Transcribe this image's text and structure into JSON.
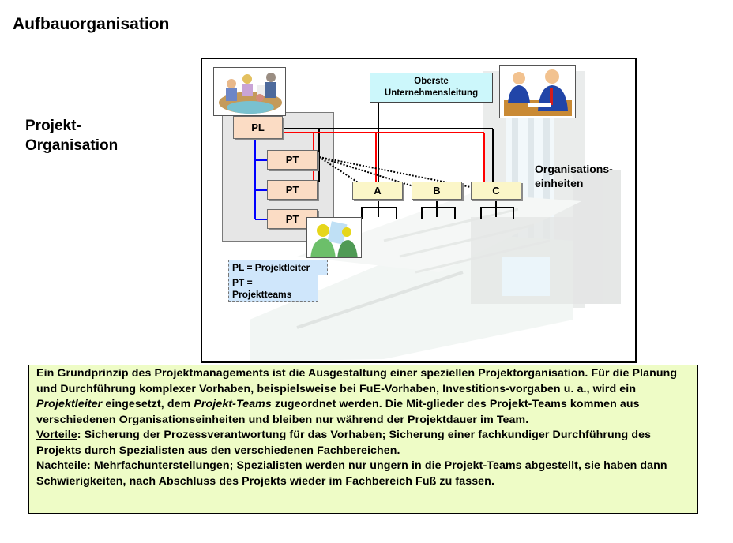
{
  "page": {
    "title": "Aufbauorganisation",
    "side_title_line1": "Projekt-",
    "side_title_line2": "Organisation"
  },
  "diagram": {
    "top_management_line1": "Oberste",
    "top_management_line2": "Unternehmensleitung",
    "project_leader": "PL",
    "project_teams": [
      "PT",
      "PT",
      "PT"
    ],
    "units": [
      "A",
      "B",
      "C"
    ],
    "org_units_label_line1": "Organisations-",
    "org_units_label_line2": "einheiten",
    "legend": {
      "pl": "PL = Projektleiter",
      "pt_line1": "PT =",
      "pt_line2": "Projektteams"
    },
    "colors": {
      "authority_line": "#000000",
      "project_line": "#ff0000",
      "team_line": "#0000ff",
      "pl_pt_fill": "#fbdcc4",
      "unit_fill": "#fbf6c8",
      "top_fill": "#ccf7fb",
      "legend_fill": "#cfe6fb"
    },
    "images": [
      "meeting-clipart",
      "business-meeting-clipart",
      "construction-workers-clipart",
      "building-background"
    ]
  },
  "description": {
    "p1_a": "Ein Grundprinzip des Projektmanagements ist die Ausgestaltung einer speziellen Projektorganisation. Für die Planung und Durchführung komplexer Vorhaben, beispielsweise bei FuE-Vorhaben, Investitions-vorgaben u. a.,  wird ein ",
    "p1_em1": "Projektleiter",
    "p1_b": " eingesetzt, dem ",
    "p1_em2": "Projekt-Teams",
    "p1_c": " zugeordnet werden. Die Mit-glieder des Projekt-Teams kommen aus verschiedenen Organisationseinheiten und bleiben nur während der Projektdauer im Team.",
    "pros_label": "Vorteile",
    "pros_text": ": Sicherung der Prozessverantwortung für das Vorhaben; Sicherung einer fachkundiger Durchführung des Projekts durch Spezialisten aus den verschiedenen Fachbereichen.",
    "cons_label": "Nachteile",
    "cons_text": ": Mehrfachunterstellungen; Spezialisten werden nur ungern in die Projekt-Teams abgestellt, sie haben dann Schwierigkeiten, nach Abschluss des Projekts wieder im Fachbereich Fuß zu fassen.",
    "background_color": "#eefcc6"
  }
}
